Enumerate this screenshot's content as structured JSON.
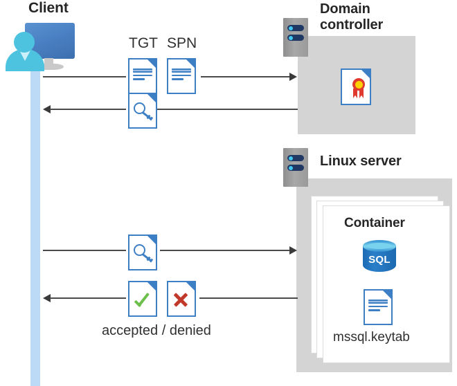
{
  "diagram": {
    "title_client": "Client",
    "title_domain_controller": "Domain\ncontroller",
    "title_domain_controller_line1": "Domain",
    "title_domain_controller_line2": "controller",
    "title_linux_server": "Linux server",
    "title_container": "Container"
  },
  "labels": {
    "tgt": "TGT",
    "spn": "SPN",
    "accepted_denied": "accepted / denied",
    "keytab_file": "mssql.keytab",
    "sql_text": "SQL"
  },
  "icons": {
    "client": "user-at-desktop-icon",
    "server_dc": "server-rack-icon",
    "server_linux": "server-rack-icon",
    "tgt_doc": "document-icon",
    "spn_doc": "document-icon",
    "ticket_doc": "document-with-key-icon",
    "request_doc": "document-with-key-icon",
    "accepted_doc": "document-with-check-icon",
    "denied_doc": "document-with-x-icon",
    "certificate": "document-with-certificate-icon",
    "database": "sql-database-icon",
    "keytab": "document-icon"
  },
  "flows": [
    {
      "id": "flow-1",
      "direction": "right",
      "from": "Client",
      "to": "Domain controller",
      "carries": "TGT + SPN"
    },
    {
      "id": "flow-2",
      "direction": "left",
      "from": "Domain controller",
      "to": "Client",
      "carries": "service ticket"
    },
    {
      "id": "flow-3",
      "direction": "right",
      "from": "Client",
      "to": "Linux server",
      "carries": "service ticket"
    },
    {
      "id": "flow-4",
      "direction": "left",
      "from": "Linux server",
      "to": "Client",
      "carries": "accepted / denied"
    }
  ],
  "colors": {
    "panel_gray": "#d4d4d4",
    "lifeline_blue": "#bcd9f5",
    "doc_blue": "#3c7fc4",
    "accent_cyan": "#4ec3e0",
    "sql_blue": "#1d6cb5",
    "accept_green": "#6cbf4b",
    "deny_red": "#c0392b",
    "arrow_gray": "#4a4a4a",
    "text_dark": "#262626"
  }
}
